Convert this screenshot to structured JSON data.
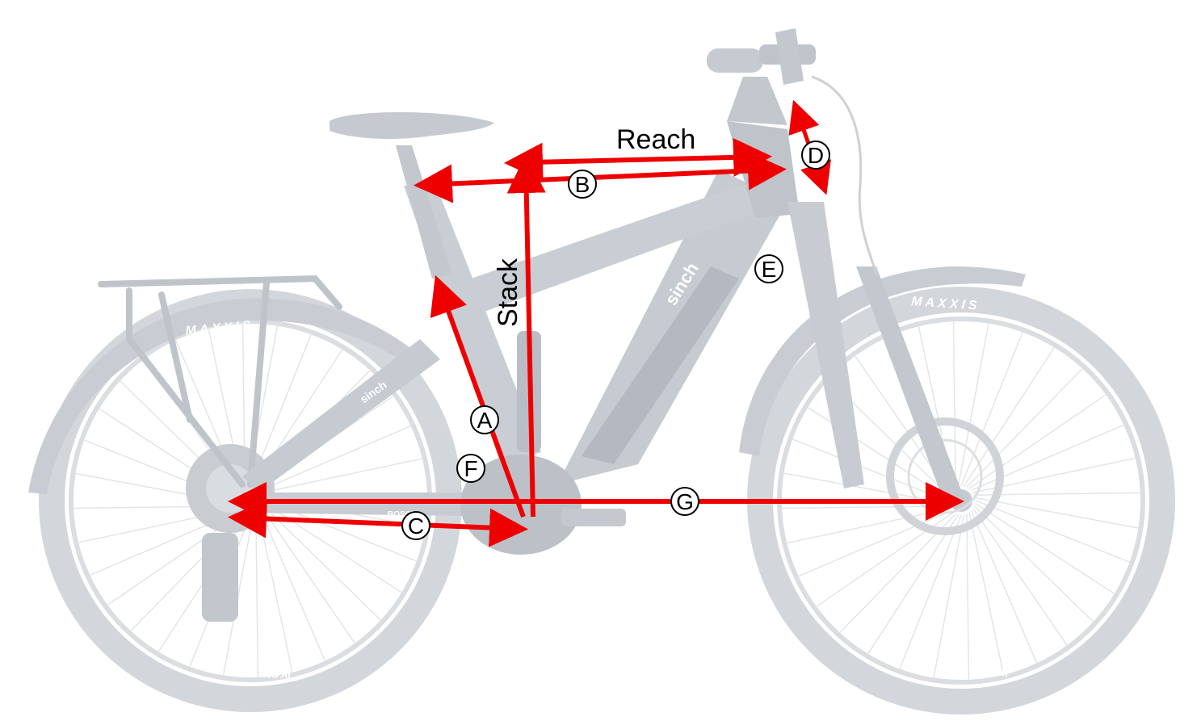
{
  "labels": {
    "reach": "Reach",
    "stack": "Stack",
    "a": "A",
    "b": "B",
    "c": "C",
    "d": "D",
    "e": "E",
    "f": "F",
    "g": "G"
  },
  "bike_text": {
    "rear_tire": "MAXXIS",
    "front_tire": "MAXXIS",
    "frame_brand": "sinch",
    "chainstay_brand": "sinch",
    "motor_brand": "BOSCH",
    "rear_rim": "IKON",
    "front_rim": "IKON"
  },
  "colors": {
    "arrow": "#ee0000",
    "bike": "#cfd3d9",
    "bike_dark": "#b9bec6",
    "frame": "#c4c9d1",
    "spoke": "#e4e6ea"
  }
}
